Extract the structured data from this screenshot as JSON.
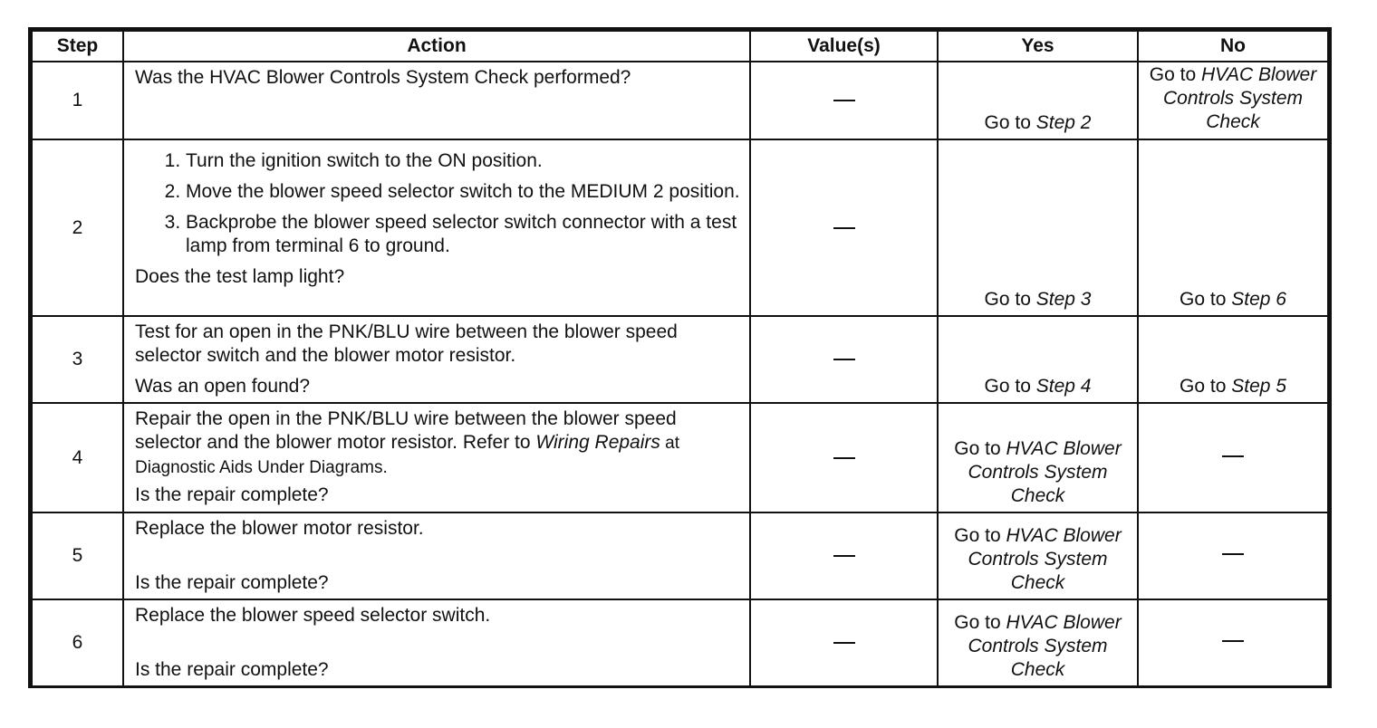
{
  "headers": {
    "step": "Step",
    "action": "Action",
    "values": "Value(s)",
    "yes": "Yes",
    "no": "No"
  },
  "dash": "—",
  "rows": [
    {
      "step": "1",
      "action_text": "Was the HVAC Blower Controls System Check performed?",
      "question": "",
      "yes_prefix": "Go to ",
      "yes_link": "Step 2",
      "no_prefix": "Go to ",
      "no_link": "HVAC Blower Controls System Check"
    },
    {
      "step": "2",
      "substeps": [
        "Turn the ignition switch to the ON position.",
        "Move the blower speed selector switch to the MEDIUM 2 position.",
        "Backprobe the blower speed selector switch connector with a test lamp from terminal 6 to ground."
      ],
      "question": "Does the test lamp light?",
      "yes_prefix": "Go to ",
      "yes_link": "Step 3",
      "no_prefix": "Go to ",
      "no_link": "Step 6"
    },
    {
      "step": "3",
      "action_text": "Test for an open in the PNK/BLU wire between the blower speed selector switch and the blower motor resistor.",
      "question": "Was an open found?",
      "yes_prefix": "Go to ",
      "yes_link": "Step 4",
      "no_prefix": "Go to ",
      "no_link": "Step 5"
    },
    {
      "step": "4",
      "action_text": "Repair the open in the PNK/BLU wire between the blower speed selector and the blower motor resistor. Refer to",
      "ref_link": "Wiring Repairs",
      "ref_suffix": " at Diagnostic Aids Under Diagrams.",
      "question": "Is the repair complete?",
      "yes_prefix": "Go to ",
      "yes_link": "HVAC Blower Controls System Check",
      "no_text": "—"
    },
    {
      "step": "5",
      "action_text": "Replace the blower motor resistor.",
      "question": "Is the repair complete?",
      "yes_prefix": "Go to ",
      "yes_link": "HVAC Blower Controls System Check",
      "no_text": "—"
    },
    {
      "step": "6",
      "action_text": "Replace the blower speed selector switch.",
      "question": "Is the repair complete?",
      "yes_prefix": "Go to ",
      "yes_link": "HVAC Blower Controls System Check",
      "no_text": "—"
    }
  ]
}
